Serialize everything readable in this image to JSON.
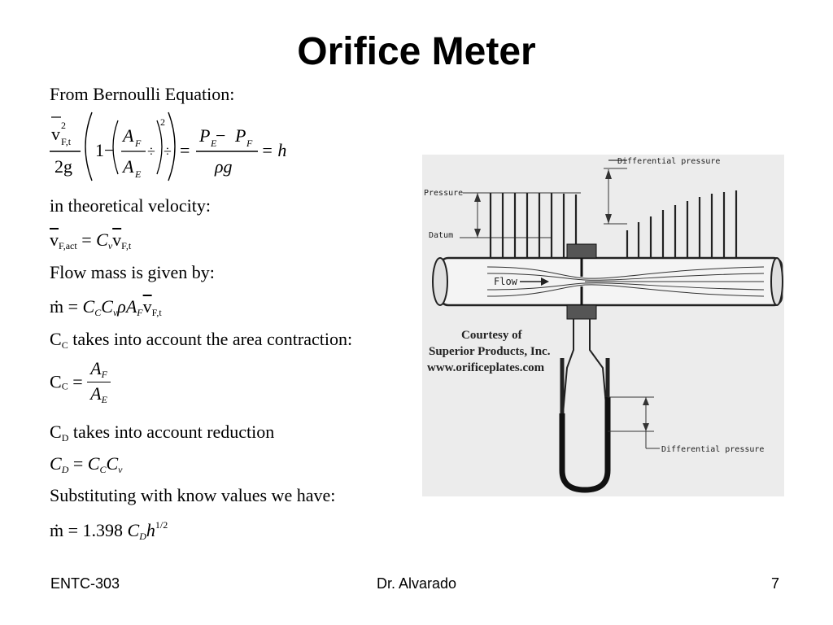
{
  "slide": {
    "title": "Orifice Meter",
    "lines": {
      "bernoulli": "From Bernoulli Equation:",
      "theoretical": "in theoretical velocity:",
      "flow_mass": "Flow mass is given by:",
      "cc_text": "takes into account the area contraction:",
      "cd_text": "takes into account reduction",
      "substituting": "Substituting with know values we have:"
    },
    "equations": {
      "eq1": {
        "v": "v",
        "v_sub": "F,t",
        "v_sup": "2",
        "den": "2g",
        "one_minus": "1−",
        "af": "A",
        "af_sub": "F",
        "ae": "A",
        "ae_sub": "E",
        "outer_sup": "2",
        "pe": "P",
        "pe_sub": "E",
        "minus": " − ",
        "pf": "P",
        "pf_sub": "F",
        "rho_g": "ρg",
        "eq_h": "= h",
        "eq": "="
      },
      "eq2": {
        "lhs": "v",
        "lhs_sub": "F,act",
        "eq": " = ",
        "c": "C",
        "c_sub": "v",
        "v": "v",
        "v_sub": "F,t"
      },
      "eq3": {
        "m": "ṁ",
        "eq": " = ",
        "c1": "C",
        "c1_sub": "C",
        "c2": "C",
        "c2_sub": "v",
        "rho": "ρ",
        "a": "A",
        "a_sub": "F",
        "v": "v",
        "v_sub": "F,t"
      },
      "cc_label": {
        "c": "C",
        "sub": "C"
      },
      "eq4": {
        "c": "C",
        "c_sub": "C",
        "eq": " = ",
        "num": "A",
        "num_sub": "F",
        "den": "A",
        "den_sub": "E"
      },
      "cd_label": {
        "c": "C",
        "sub": "D"
      },
      "eq5": {
        "c": "C",
        "c_sub": "D",
        "eq": " = ",
        "c1": "C",
        "c1_sub": "C",
        "c2": "C",
        "c2_sub": "v"
      },
      "eq6": {
        "m": "ṁ",
        "eq": " = ",
        "coef": "1.398 ",
        "c": "C",
        "c_sub": "D",
        "h": "h",
        "h_sup": "1/2"
      }
    },
    "figure": {
      "labels": {
        "differential_top": "Differential pressure",
        "pressure": "Pressure",
        "datum": "Datum",
        "flow": "Flow",
        "differential_bottom": "Differential pressure"
      },
      "courtesy": [
        "Courtesy of",
        "Superior Products, Inc.",
        "www.orificeplates.com"
      ]
    },
    "footer": {
      "left": "ENTC-303",
      "center": "Dr. Alvarado",
      "right": "7"
    }
  }
}
